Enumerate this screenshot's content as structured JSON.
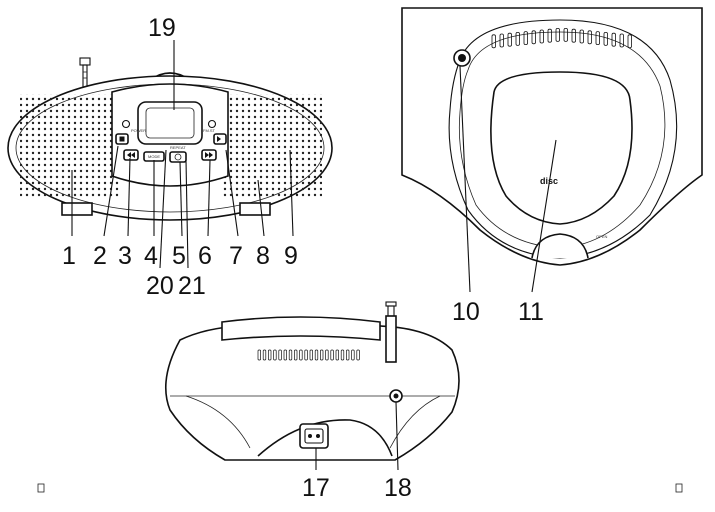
{
  "callouts": {
    "c1": "1",
    "c2": "2",
    "c3": "3",
    "c4": "4",
    "c5": "5",
    "c6": "6",
    "c7": "7",
    "c8": "8",
    "c9": "9",
    "c10": "10",
    "c11": "11",
    "c17": "17",
    "c18": "18",
    "c19": "19",
    "c20": "20",
    "c21": "21"
  },
  "panel_text": {
    "power": "POWER",
    "fm_st": "FM.ST",
    "mode": "MODE",
    "repeat": "REPEAT"
  },
  "disc_logo": "disc",
  "open_label": "OPEN",
  "icons": [
    "antenna-icon",
    "stop-icon",
    "play-pause-icon",
    "skip-back-icon",
    "skip-forward-icon",
    "repeat-icon",
    "headphone-jack-icon",
    "ac-socket-icon"
  ],
  "colors": {
    "line": "#111111",
    "background": "#ffffff",
    "speaker_dots": "#222222"
  }
}
